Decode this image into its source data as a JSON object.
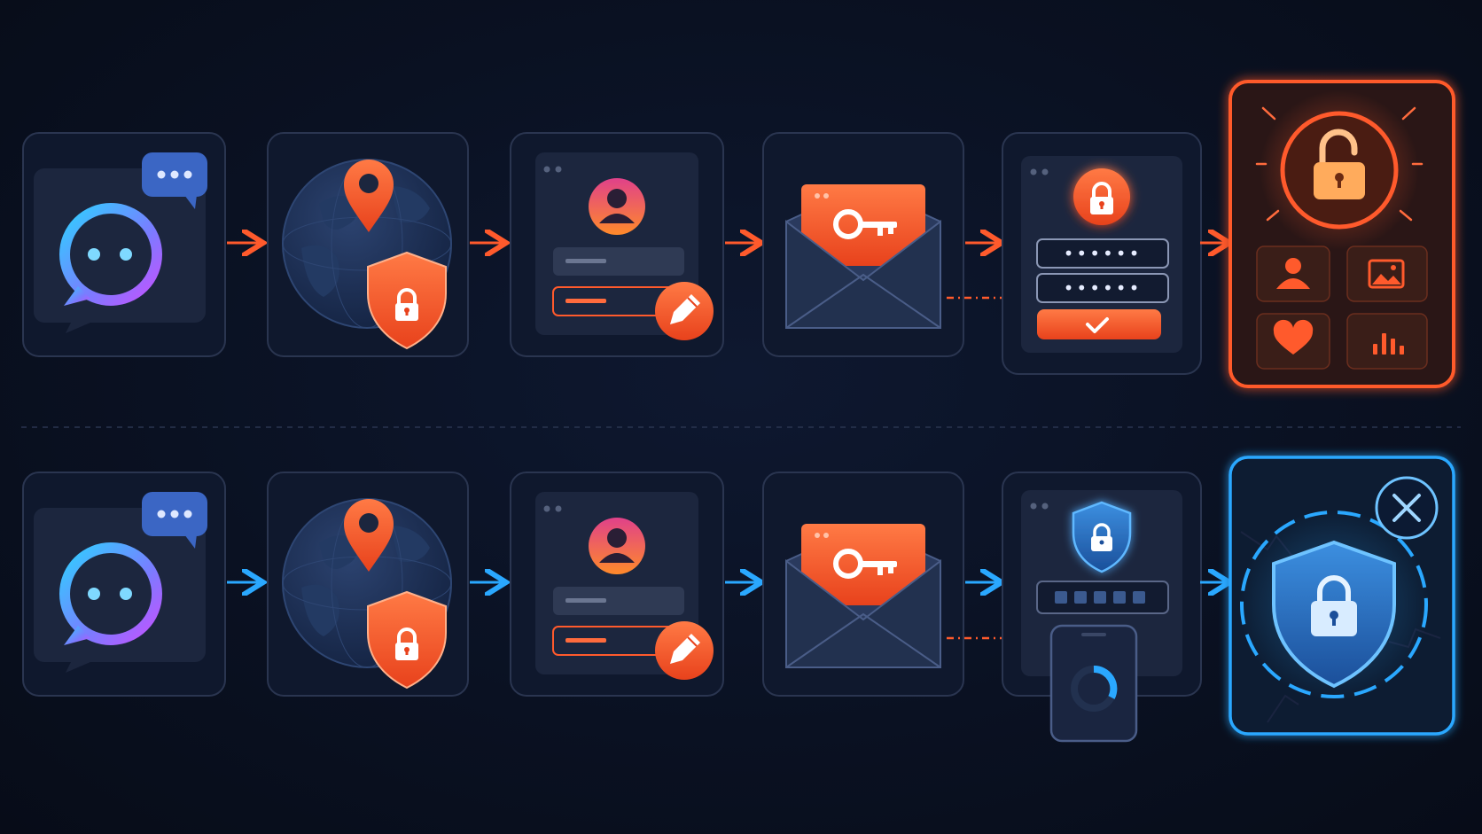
{
  "colors": {
    "background": "#0a1122",
    "card_bg": "#111b31",
    "card_border": "#2a3550",
    "inner_bg": "#1c263e",
    "accent_orange": "#ff5a2c",
    "accent_blue": "#2aa8ff",
    "chat_gradient_start": "#2fd0ff",
    "chat_gradient_end": "#c651ff"
  },
  "rows": [
    {
      "id": "attack-success",
      "arrow_color": "#ff5a2c",
      "steps": [
        "chat-bot",
        "location-shield",
        "profile-edit",
        "email-key",
        "password-login",
        "account-unlocked"
      ],
      "icons": [
        "chat-bubble-icon",
        "map-pin-icon",
        "globe-icon",
        "shield-lock-icon",
        "avatar-icon",
        "pencil-icon",
        "envelope-icon",
        "key-icon",
        "lock-icon",
        "password-field",
        "check-icon",
        "unlocked-padlock-icon",
        "user-icon",
        "image-icon",
        "heart-icon",
        "bar-chart-icon"
      ],
      "password_masks": [
        "••••••",
        "••••••"
      ]
    },
    {
      "id": "attack-blocked",
      "arrow_color": "#2aa8ff",
      "steps": [
        "chat-bot",
        "location-shield",
        "profile-edit",
        "email-key",
        "two-factor-code",
        "account-protected"
      ],
      "icons": [
        "chat-bubble-icon",
        "map-pin-icon",
        "globe-icon",
        "shield-lock-icon",
        "avatar-icon",
        "pencil-icon",
        "envelope-icon",
        "key-icon",
        "shield-lock-icon",
        "code-boxes",
        "phone-spinner-icon",
        "x-icon",
        "shield-lock-icon"
      ]
    }
  ]
}
